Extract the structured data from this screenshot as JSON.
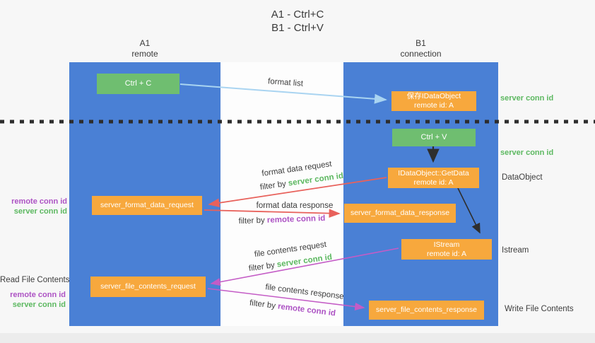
{
  "title": {
    "line1": "A1 - Ctrl+C",
    "line2": "B1 - Ctrl+V"
  },
  "lifelines": {
    "left": {
      "name": "A1",
      "role": "remote"
    },
    "right": {
      "name": "B1",
      "role": "connection"
    }
  },
  "nodes": {
    "ctrl_c": {
      "label": "Ctrl + C"
    },
    "ctrl_v": {
      "label": "Ctrl + V"
    },
    "save_dataobject": {
      "line1": "保存IDataObject",
      "line2": "remote id: A"
    },
    "getdata": {
      "line1": "IDataObject::GetData",
      "line2": "remote id: A"
    },
    "istream": {
      "line1": "IStream",
      "line2": "remote id: A"
    },
    "server_format_data_request": {
      "label": "server_format_data_request"
    },
    "server_format_data_response": {
      "label": "server_format_data_response"
    },
    "server_file_contents_request": {
      "label": "server_file_contents_request"
    },
    "server_file_contents_response": {
      "label": "server_file_contents_response"
    }
  },
  "edge_labels": {
    "format_list": "format list",
    "format_data_request": "format data request",
    "format_data_response": "format data response",
    "file_contents_request": "file contents request",
    "file_contents_response": "file contents response",
    "filter_by": "filter by",
    "server_conn_id": "server conn id",
    "remote_conn_id": "remote conn id"
  },
  "annotations": {
    "server_conn_id": "server conn id",
    "remote_conn_id": "remote conn id",
    "dataobject": "DataObject",
    "istream": "Istream",
    "read_file_contents": "Read File Contents",
    "write_file_contents": "Write File Contents"
  },
  "colors": {
    "lifeline_blue": "#4a80d5",
    "node_green": "#6fbe70",
    "node_orange": "#f7a83d",
    "arrow_red": "#e8615b",
    "arrow_magenta": "#c45cc6",
    "arrow_lightblue": "#a9d4f1",
    "arrow_black": "#2e2e2e",
    "label_green": "#5cb860",
    "label_purple": "#ad53c4"
  }
}
